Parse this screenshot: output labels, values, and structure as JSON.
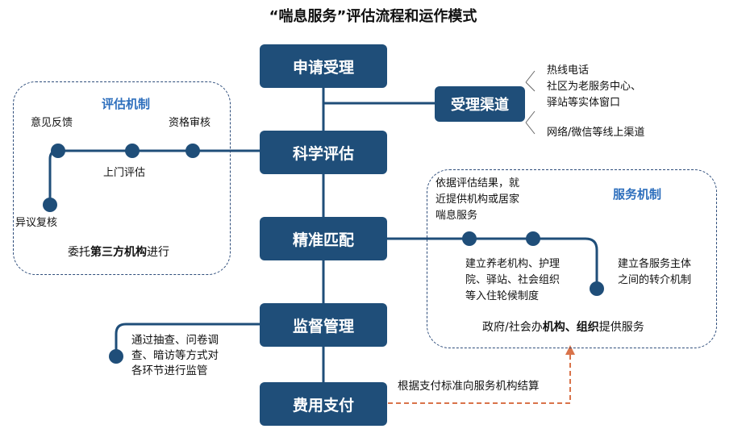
{
  "title": "“喘息服务”评估流程和运作模式",
  "steps": [
    "申请受理",
    "科学评估",
    "精准匹配",
    "监督管理",
    "费用支付"
  ],
  "channel": {
    "label": "受理渠道",
    "items": [
      "热线电话",
      "社区为老服务中心、",
      "驿站等实体窗口",
      "网络/微信等线上渠道"
    ]
  },
  "evaluation": {
    "heading": "评估机制",
    "nodes": [
      "资格审核",
      "上门评估",
      "意见反馈",
      "异议复核"
    ],
    "footer_prefix": "委托",
    "footer_bold": "第三方机构",
    "footer_suffix": "进行"
  },
  "service": {
    "heading": "服务机制",
    "basis": [
      "依据评估结果，就",
      "近提供机构或居家",
      "喘息服务"
    ],
    "rotation": [
      "建立养老机构、护理",
      "院、驿站、社会组织",
      "等入住轮候制度"
    ],
    "referral": [
      "建立各服务主体",
      "之间的转介机制"
    ],
    "footer_prefix": "政府/社会办",
    "footer_bold1": "机构",
    "footer_sep": "、",
    "footer_bold2": "组织",
    "footer_suffix": "提供服务"
  },
  "supervision": [
    "通过抽查、问卷调",
    "查、暗访等方式对",
    "各环节进行监管"
  ],
  "payment_note": "根据支付标准向服务机构结算",
  "colors": {
    "node": "#1f4e79",
    "line": "#1f4e79",
    "panel_border": "#2e4d7b",
    "heading": "#2e6fbd",
    "dashed_arrow": "#d9734a"
  }
}
